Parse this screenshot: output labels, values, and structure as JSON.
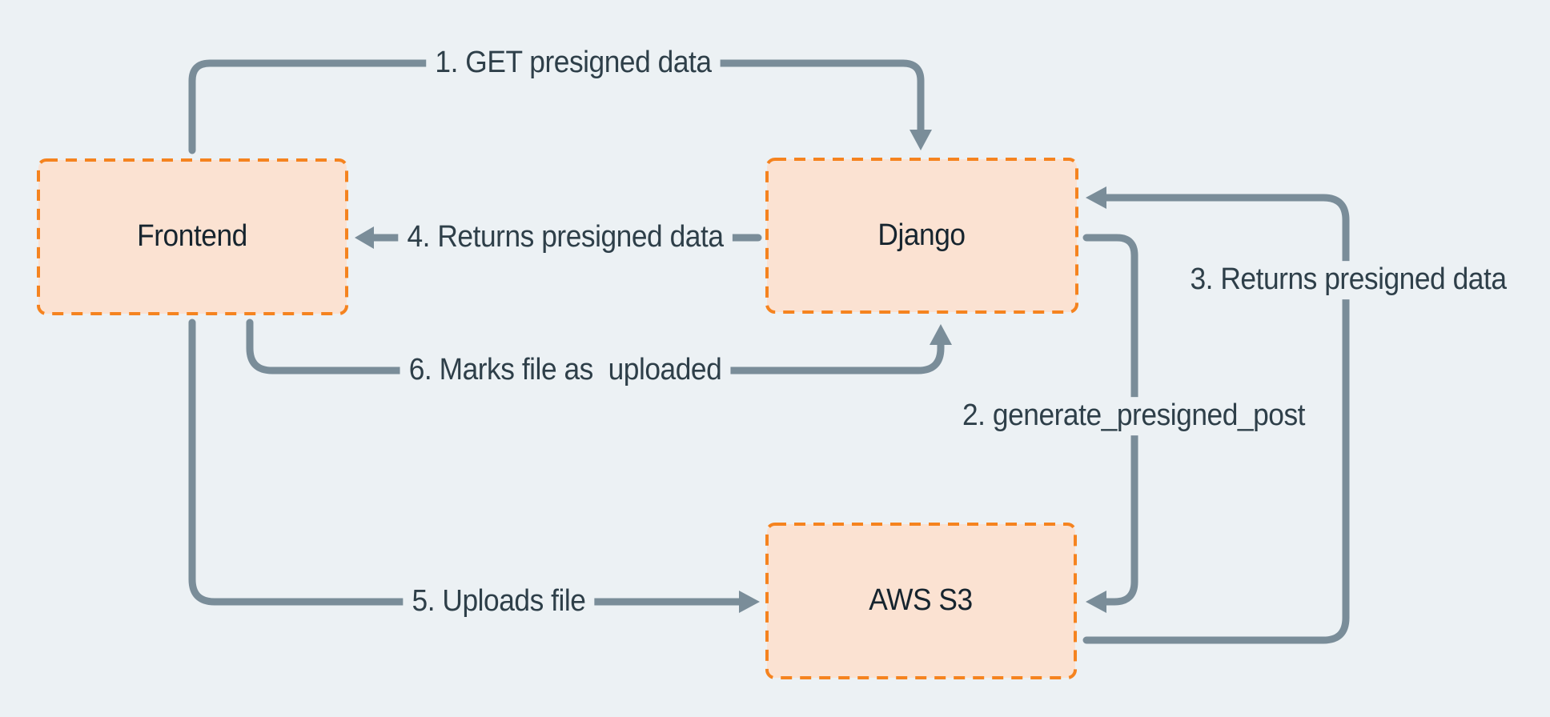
{
  "canvas": {
    "background": "#ECF1F4"
  },
  "colors": {
    "node_fill": "#FBE2D2",
    "node_border": "#F5831F",
    "connector": "#7A8D99",
    "edge_label_text": "#2E3F49",
    "node_label_text": "#16242E"
  },
  "nodes": [
    {
      "id": "frontend",
      "label": "Frontend"
    },
    {
      "id": "django",
      "label": "Django"
    },
    {
      "id": "aws-s3",
      "label": "AWS S3"
    }
  ],
  "edges": [
    {
      "id": "1",
      "label": "1. GET presigned data",
      "from": "frontend",
      "to": "django"
    },
    {
      "id": "2",
      "label": "2. generate_presigned_post",
      "from": "django",
      "to": "aws-s3"
    },
    {
      "id": "3",
      "label": "3. Returns presigned data",
      "from": "aws-s3",
      "to": "django"
    },
    {
      "id": "4",
      "label": "4. Returns presigned data",
      "from": "django",
      "to": "frontend"
    },
    {
      "id": "5",
      "label": "5. Uploads file",
      "from": "frontend",
      "to": "aws-s3"
    },
    {
      "id": "6",
      "label": "6. Marks file as  uploaded",
      "from": "frontend",
      "to": "django"
    }
  ]
}
